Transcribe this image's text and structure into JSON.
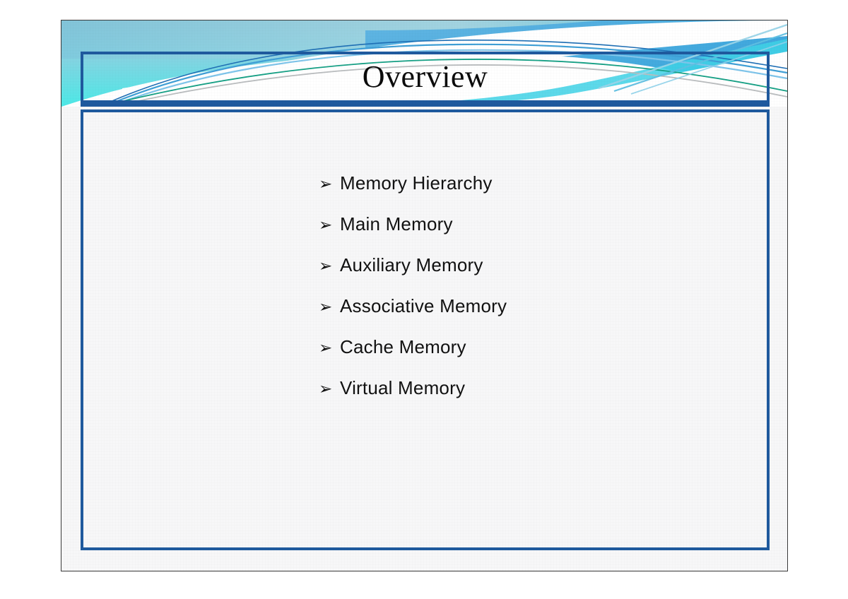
{
  "slide": {
    "title": "Overview",
    "bullet_marker": "arrow-bullet-icon",
    "bullet_glyph": "➢",
    "items": [
      {
        "label": "Memory Hierarchy"
      },
      {
        "label": "Main Memory"
      },
      {
        "label": "Auxiliary Memory"
      },
      {
        "label": "Associative Memory"
      },
      {
        "label": "Cache Memory"
      },
      {
        "label": "Virtual Memory"
      }
    ]
  },
  "theme": {
    "frame_border": "#3a3a3a",
    "placeholder_border": "#1f5a9e",
    "body_background": "#f7f7f8",
    "banner_gradient_top": "#8fb7cb",
    "banner_gradient_bottom": "#4ce9e7",
    "accent_cyan": "#39d4e4",
    "accent_blue": "#3f9fd6",
    "accent_deep_blue": "#1f6fb5",
    "accent_teal": "#16a085",
    "accent_gray": "#b9bcbe",
    "swoosh_white": "#ffffff",
    "title_text_color": "#0b0b0b",
    "body_text_color": "#111111"
  }
}
